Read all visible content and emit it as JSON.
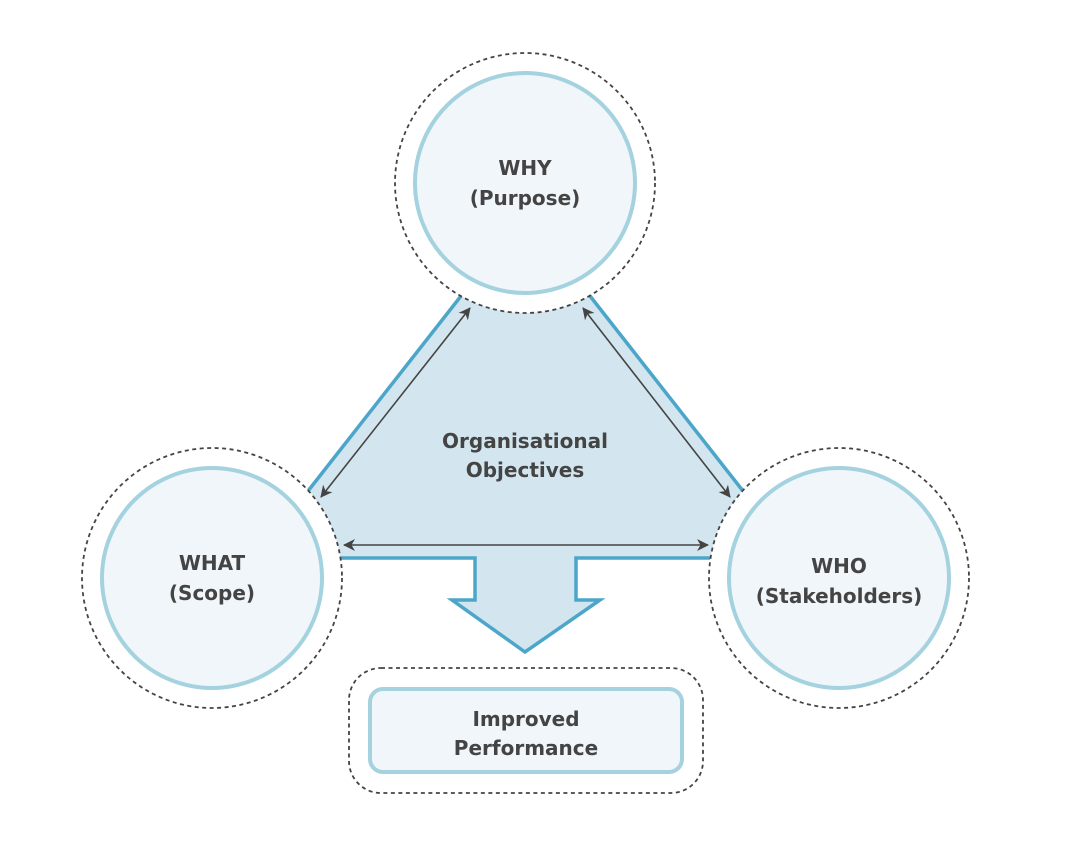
{
  "title": "Organisational Objectives framework",
  "colors": {
    "triangle_fill": "#d3e5ef",
    "triangle_stroke": "#4ba6c9",
    "circle_fill": "#f0f6fa",
    "circle_stroke": "#a5d2df",
    "dashed_stroke": "#444444",
    "text": "#444444",
    "connector": "#444444"
  },
  "center": {
    "line1": "Organisational",
    "line2": "Objectives"
  },
  "nodes": {
    "why": {
      "line1": "WHY",
      "line2": "(Purpose)"
    },
    "what": {
      "line1": "WHAT",
      "line2": "(Scope)"
    },
    "who": {
      "line1": "WHO",
      "line2": "(Stakeholders)"
    }
  },
  "outcome": {
    "line1": "Improved",
    "line2": "Performance"
  },
  "connectors": [
    {
      "from": "why",
      "to": "what",
      "type": "bidirectional"
    },
    {
      "from": "why",
      "to": "who",
      "type": "bidirectional"
    },
    {
      "from": "what",
      "to": "who",
      "type": "bidirectional"
    },
    {
      "from": "center",
      "to": "outcome",
      "type": "flow"
    }
  ]
}
